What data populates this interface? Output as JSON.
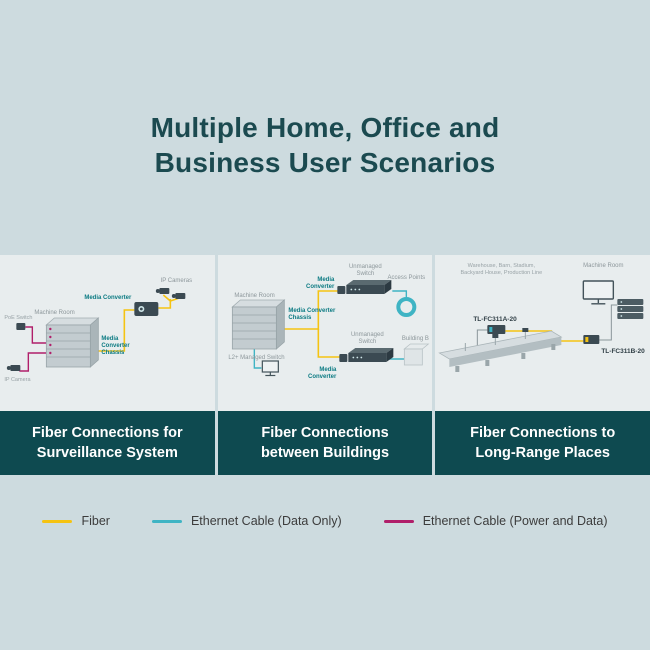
{
  "title": {
    "lines": [
      "Multiple Home, Office and",
      "Business User Scenarios"
    ]
  },
  "panels": [
    {
      "caption": [
        "Fiber Connections for",
        "Surveillance System"
      ],
      "labels": {
        "machine_room": "Machine Room",
        "ip_cameras_top": "IP Cameras",
        "media_converter": "Media Converter",
        "media_converter_chassis": [
          "Media",
          "Converter",
          "Chassis"
        ],
        "poe_switch": "PoE Switch",
        "ip_camera_bottom": "IP Camera"
      }
    },
    {
      "caption": [
        "Fiber Connections",
        "between Buildings"
      ],
      "labels": {
        "machine_room": "Machine Room",
        "media_converter_chassis": [
          "Media Converter",
          "Chassis"
        ],
        "l2_managed_switch": "L2+ Managed Switch",
        "unmanaged_switch_top": [
          "Unmanaged",
          "Switch"
        ],
        "media_converter_top": [
          "Media",
          "Converter"
        ],
        "access_points": "Access Points",
        "unmanaged_switch_mid": [
          "Unmanaged",
          "Switch"
        ],
        "media_converter_mid": [
          "Media",
          "Converter"
        ],
        "building_b": "Building B"
      }
    },
    {
      "caption": [
        "Fiber Connections to",
        "Long-Range Places"
      ],
      "labels": {
        "sites": [
          "Warehouse, Barn, Stadium,",
          "Backyard House, Production Line"
        ],
        "machine_room": "Machine Room",
        "device_a": "TL-FC311A-20",
        "device_b": "TL-FC311B-20"
      }
    }
  ],
  "legend": [
    {
      "label": "Fiber",
      "color": "#f5c312"
    },
    {
      "label": "Ethernet Cable (Data Only)",
      "color": "#3fb4c4"
    },
    {
      "label": "Ethernet Cable (Power and Data)",
      "color": "#b01f6a"
    }
  ],
  "colors": {
    "background": "#cddbdf",
    "panel_bg": "#e8edee",
    "caption_bg": "#0e4a50",
    "title": "#1b4a50"
  }
}
